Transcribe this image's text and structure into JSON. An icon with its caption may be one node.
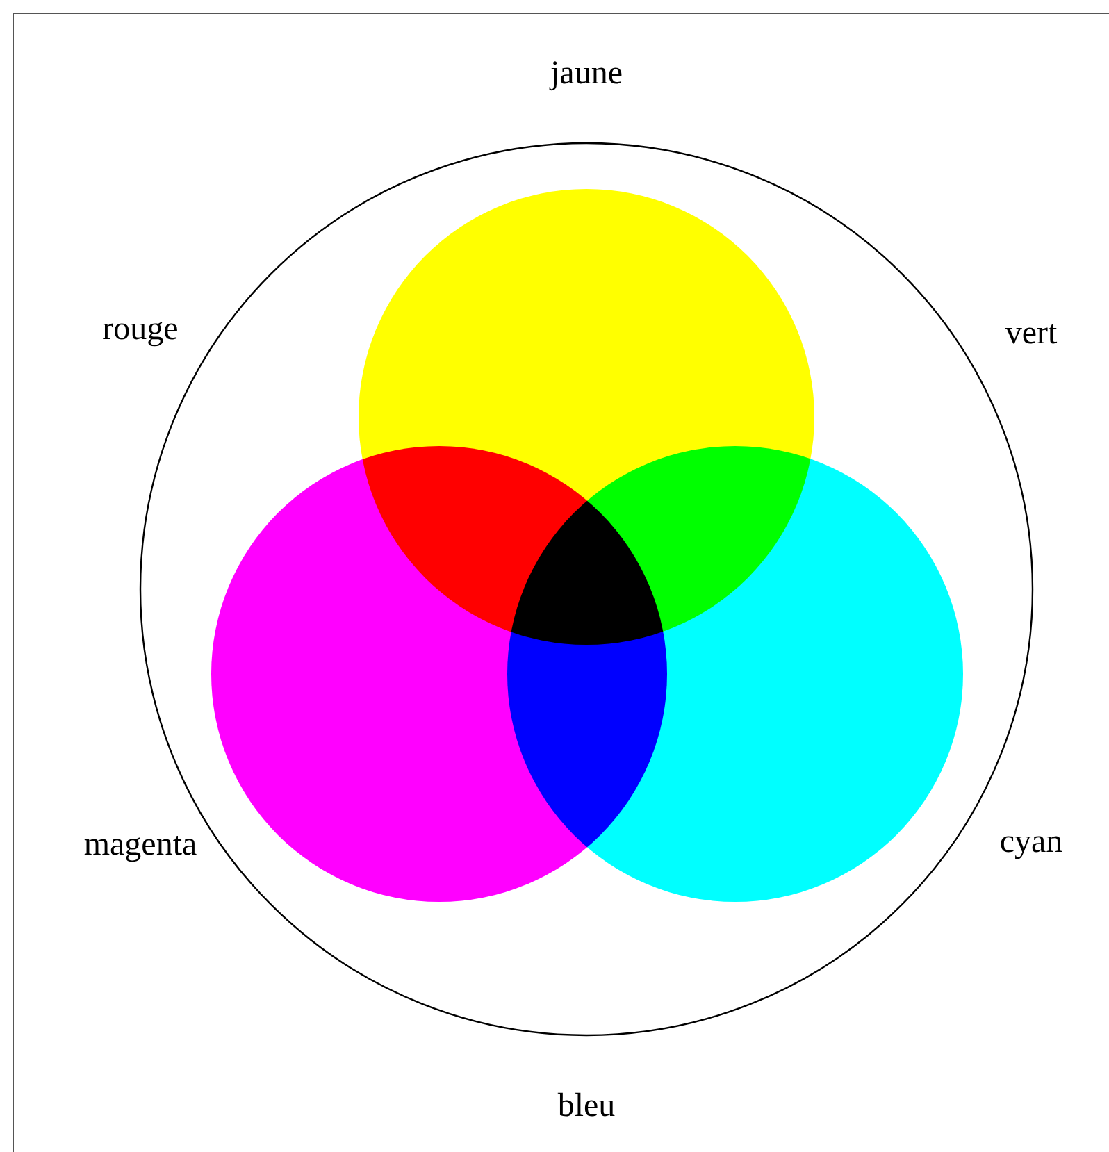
{
  "diagram": {
    "labels": [
      "jaune",
      "rouge",
      "vert",
      "magenta",
      "cyan",
      "bleu"
    ]
  }
}
